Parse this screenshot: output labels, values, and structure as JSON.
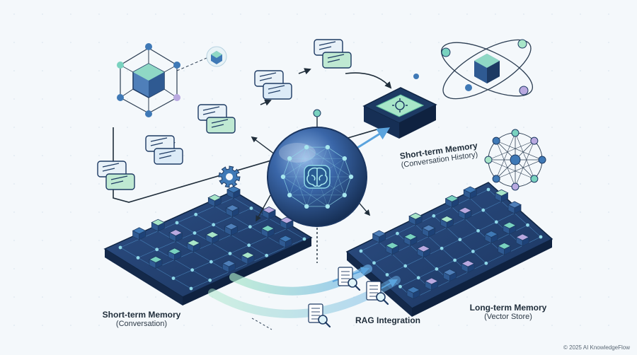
{
  "labels": {
    "short_term_history_title": "Short-term Memory",
    "short_term_history_subtitle": "(Conversation History)",
    "short_term_conversation_title": "Short-term Memory",
    "short_term_conversation_subtitle": "(Conversation)",
    "rag_title": "RAG Integration",
    "long_term_title": "Long-term Memory",
    "long_term_subtitle": "(Vector Store)"
  },
  "footer": {
    "copyright": "© 2025 AI KnowledgeFlow"
  },
  "icons": {
    "central": "brain-icon",
    "processor": "processor-chip-icon",
    "settings": "gear-icon",
    "documents": "document-search-icon",
    "messages": "chat-bubble-icon"
  },
  "colors": {
    "navy": "#1d3a63",
    "blue": "#3f79b6",
    "teal": "#79d2bf",
    "mint": "#a8e6c8",
    "lavender": "#b9a9e0",
    "background": "#f4f8fb"
  }
}
